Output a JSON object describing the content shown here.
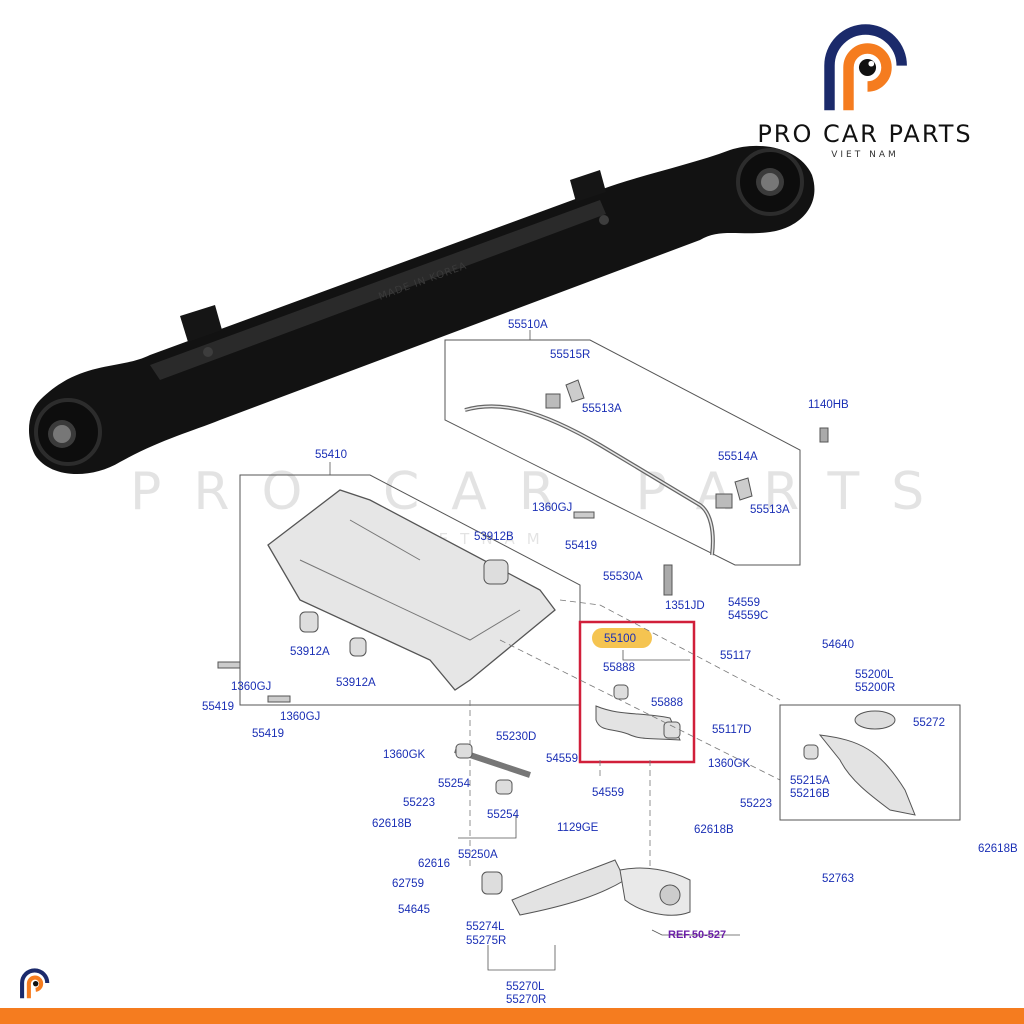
{
  "brand": {
    "name": "PRO CAR PARTS",
    "sub": "VIET NAM",
    "colors": {
      "orange": "#f57c1f",
      "navy": "#1b2a6b"
    }
  },
  "watermark": {
    "text": "PRO CAR PARTS",
    "sub": "VIETNAM"
  },
  "highlight": {
    "part": "55100",
    "color": "#d11f3a",
    "badge_color": "#f5c451"
  },
  "ref": "REF.50-527",
  "labels": {
    "l55510A": "55510A",
    "l55515R": "55515R",
    "l55513A_1": "55513A",
    "l1140HB": "1140HB",
    "l55514A": "55514A",
    "l55513A_2": "55513A",
    "l55410": "55410",
    "l1360GJ_top": "1360GJ",
    "l53912B": "53912B",
    "l55419_top": "55419",
    "l55530A": "55530A",
    "l1351JD": "1351JD",
    "l54559_top": "54559",
    "l54559C": "54559C",
    "l55100": "55100",
    "l55117": "55117",
    "l54640": "54640",
    "l55200L": "55200L",
    "l55200R": "55200R",
    "l55888_1": "55888",
    "l55888_2": "55888",
    "l55117D": "55117D",
    "l55272": "55272",
    "l53912A_1": "53912A",
    "l53912A_2": "53912A",
    "l1360GJ_1": "1360GJ",
    "l1360GJ_2": "1360GJ",
    "l55419_1": "55419",
    "l55419_2": "55419",
    "l55230D": "55230D",
    "l54559_mid": "54559",
    "l54559_low": "54559",
    "l1360GK_1": "1360GK",
    "l55223_1": "55223",
    "l55254_1": "55254",
    "l55254_2": "55254",
    "l1360GK_2": "1360GK",
    "l55223_2": "55223",
    "l55215A": "55215A",
    "l55216B": "55216B",
    "l62618B_1": "62618B",
    "l62618B_2": "62618B",
    "l62618B_3": "62618B",
    "l1129GE": "1129GE",
    "l62616": "62616",
    "l55250A": "55250A",
    "l62759": "62759",
    "l52763": "52763",
    "l54645": "54645",
    "l55274L": "55274L",
    "l55275R": "55275R",
    "l55270L": "55270L",
    "l55270R": "55270R"
  }
}
